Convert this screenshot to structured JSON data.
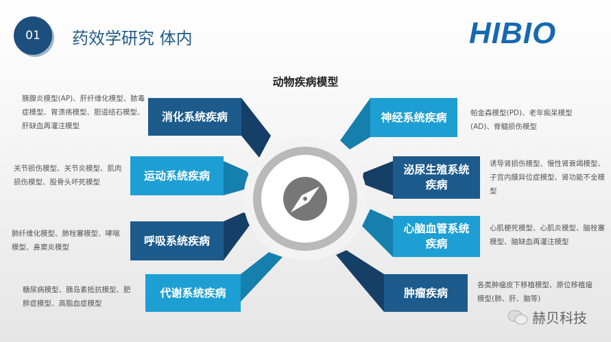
{
  "header": {
    "badge": "01",
    "title": "药效学研究 体内",
    "logo": "HIBIO"
  },
  "subtitle": "动物疾病模型",
  "categories": [
    {
      "label": "消化系统疾病",
      "desc": "胰腺炎模型(AP)、肝纤维化模型、脓毒症模型、胃溃疡模型、胆道结石模型、肝缺血再灌注模型"
    },
    {
      "label": "运动系统疾病",
      "desc": "关节损伤模型、关节炎模型、肌肉损伤模型、股骨头坏死模型"
    },
    {
      "label": "呼吸系统疾病",
      "desc": "肺纤维化模型、肺栓塞模型、哮喘模型、鼻窦炎模型"
    },
    {
      "label": "代谢系统疾病",
      "desc": "糖尿病模型、胰岛素抵抗模型、肥胖症模型、高脂血症模型"
    },
    {
      "label": "神经系统疾病",
      "desc": "帕金森模型(PD)、老年痴呆模型(AD)、脊髓损伤模型"
    },
    {
      "label": "泌尿生殖系统疾病",
      "desc": "诱导肾损伤模型、慢性肾衰竭模型、子宫内膜异位症模型、肾功能不全模型"
    },
    {
      "label": "心脑血管系统疾病",
      "desc": "心肌梗死模型、心肌炎模型、脑栓塞模型、脑缺血再灌注模型"
    },
    {
      "label": "肿瘤疾病",
      "desc": "各类肿瘤皮下移植模型、原位移植瘤模型(肺、肝、脑等)"
    }
  ],
  "watermark": "赫贝科技",
  "colors": {
    "dark": "#1c5b8c",
    "light": "#1d9fd3",
    "logo": "#1769b0"
  }
}
